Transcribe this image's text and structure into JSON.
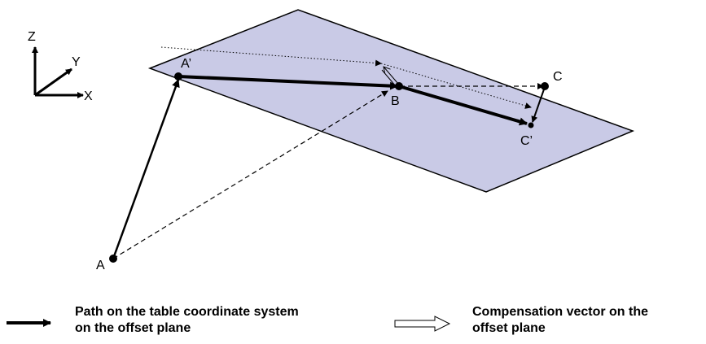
{
  "axes": {
    "z": "Z",
    "y": "Y",
    "x": "X"
  },
  "points": {
    "a": "A",
    "a_prime": "A’",
    "b": "B",
    "c": "C",
    "c_prime": "C’"
  },
  "legend": {
    "path_line1": "Path on the table coordinate system",
    "path_line2": "on the offset plane",
    "comp_line1": "Compensation vector on the",
    "comp_line2": "offset plane"
  },
  "colors": {
    "plane_fill": "#c9cae6",
    "stroke": "#000000"
  }
}
